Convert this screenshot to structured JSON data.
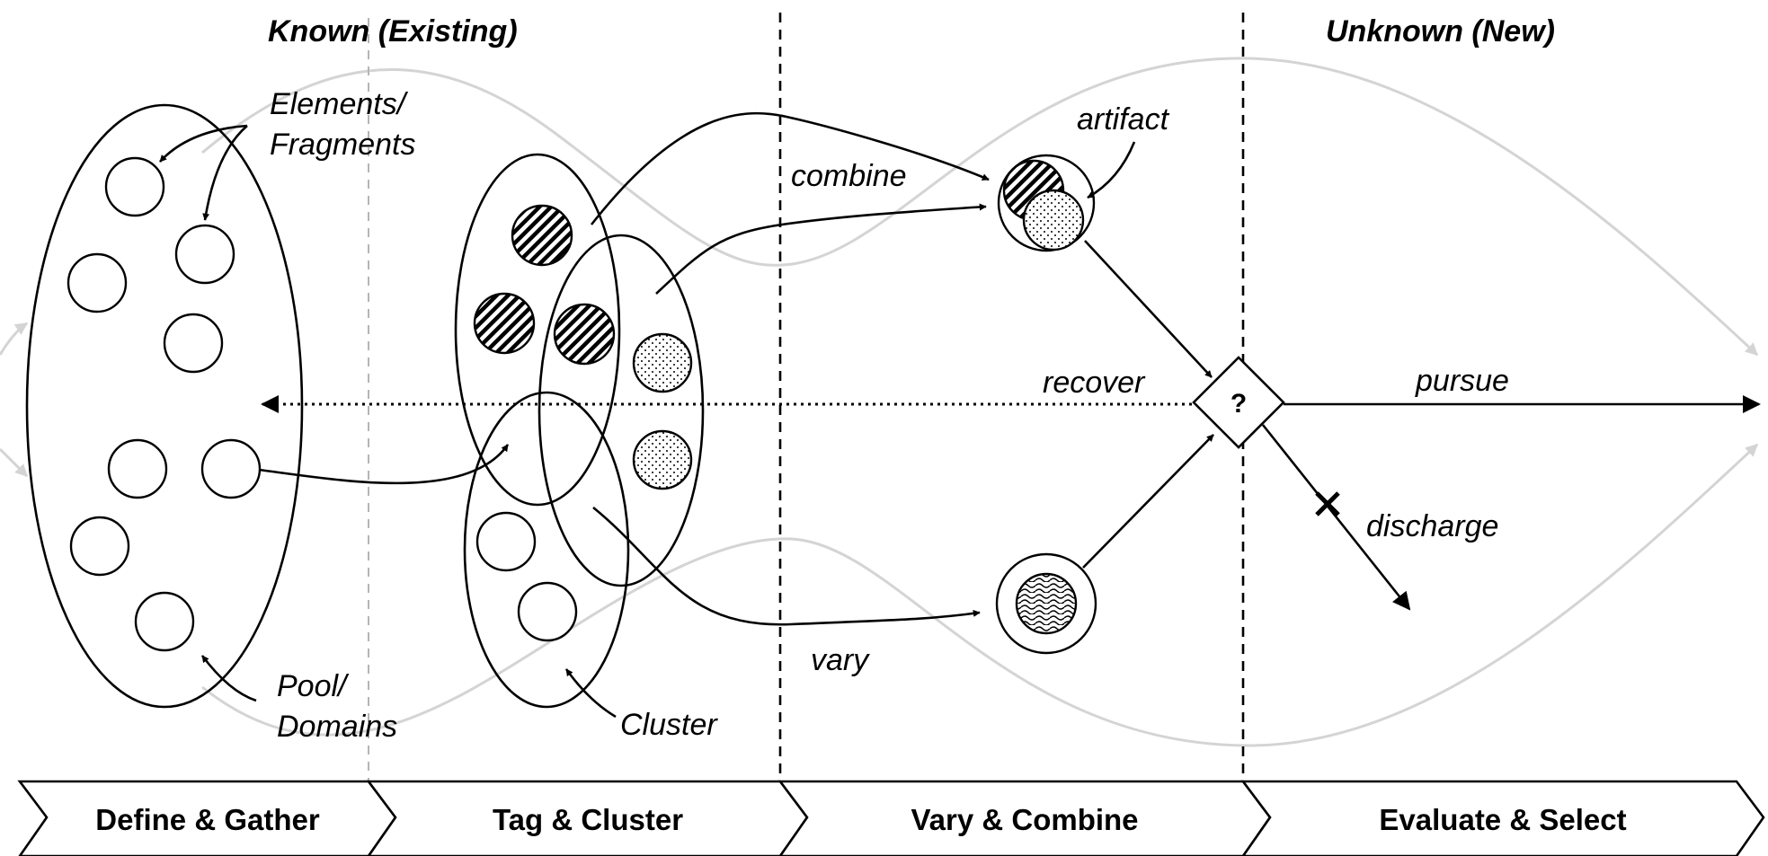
{
  "headers": {
    "known": "Known (Existing)",
    "unknown": "Unknown (New)"
  },
  "labels": {
    "elements_line1": "Elements/",
    "elements_line2": "Fragments",
    "pool_line1": "Pool/",
    "pool_line2": "Domains",
    "cluster": "Cluster",
    "combine": "combine",
    "vary": "vary",
    "artifact": "artifact",
    "recover": "recover",
    "pursue": "pursue",
    "discharge": "discharge",
    "decision": "?"
  },
  "stages": [
    "Define & Gather",
    "Tag & Cluster",
    "Vary & Combine",
    "Evaluate & Select"
  ],
  "colors": {
    "ink": "#000000",
    "background_flow": "#d4d4d4",
    "background": "#ffffff"
  }
}
